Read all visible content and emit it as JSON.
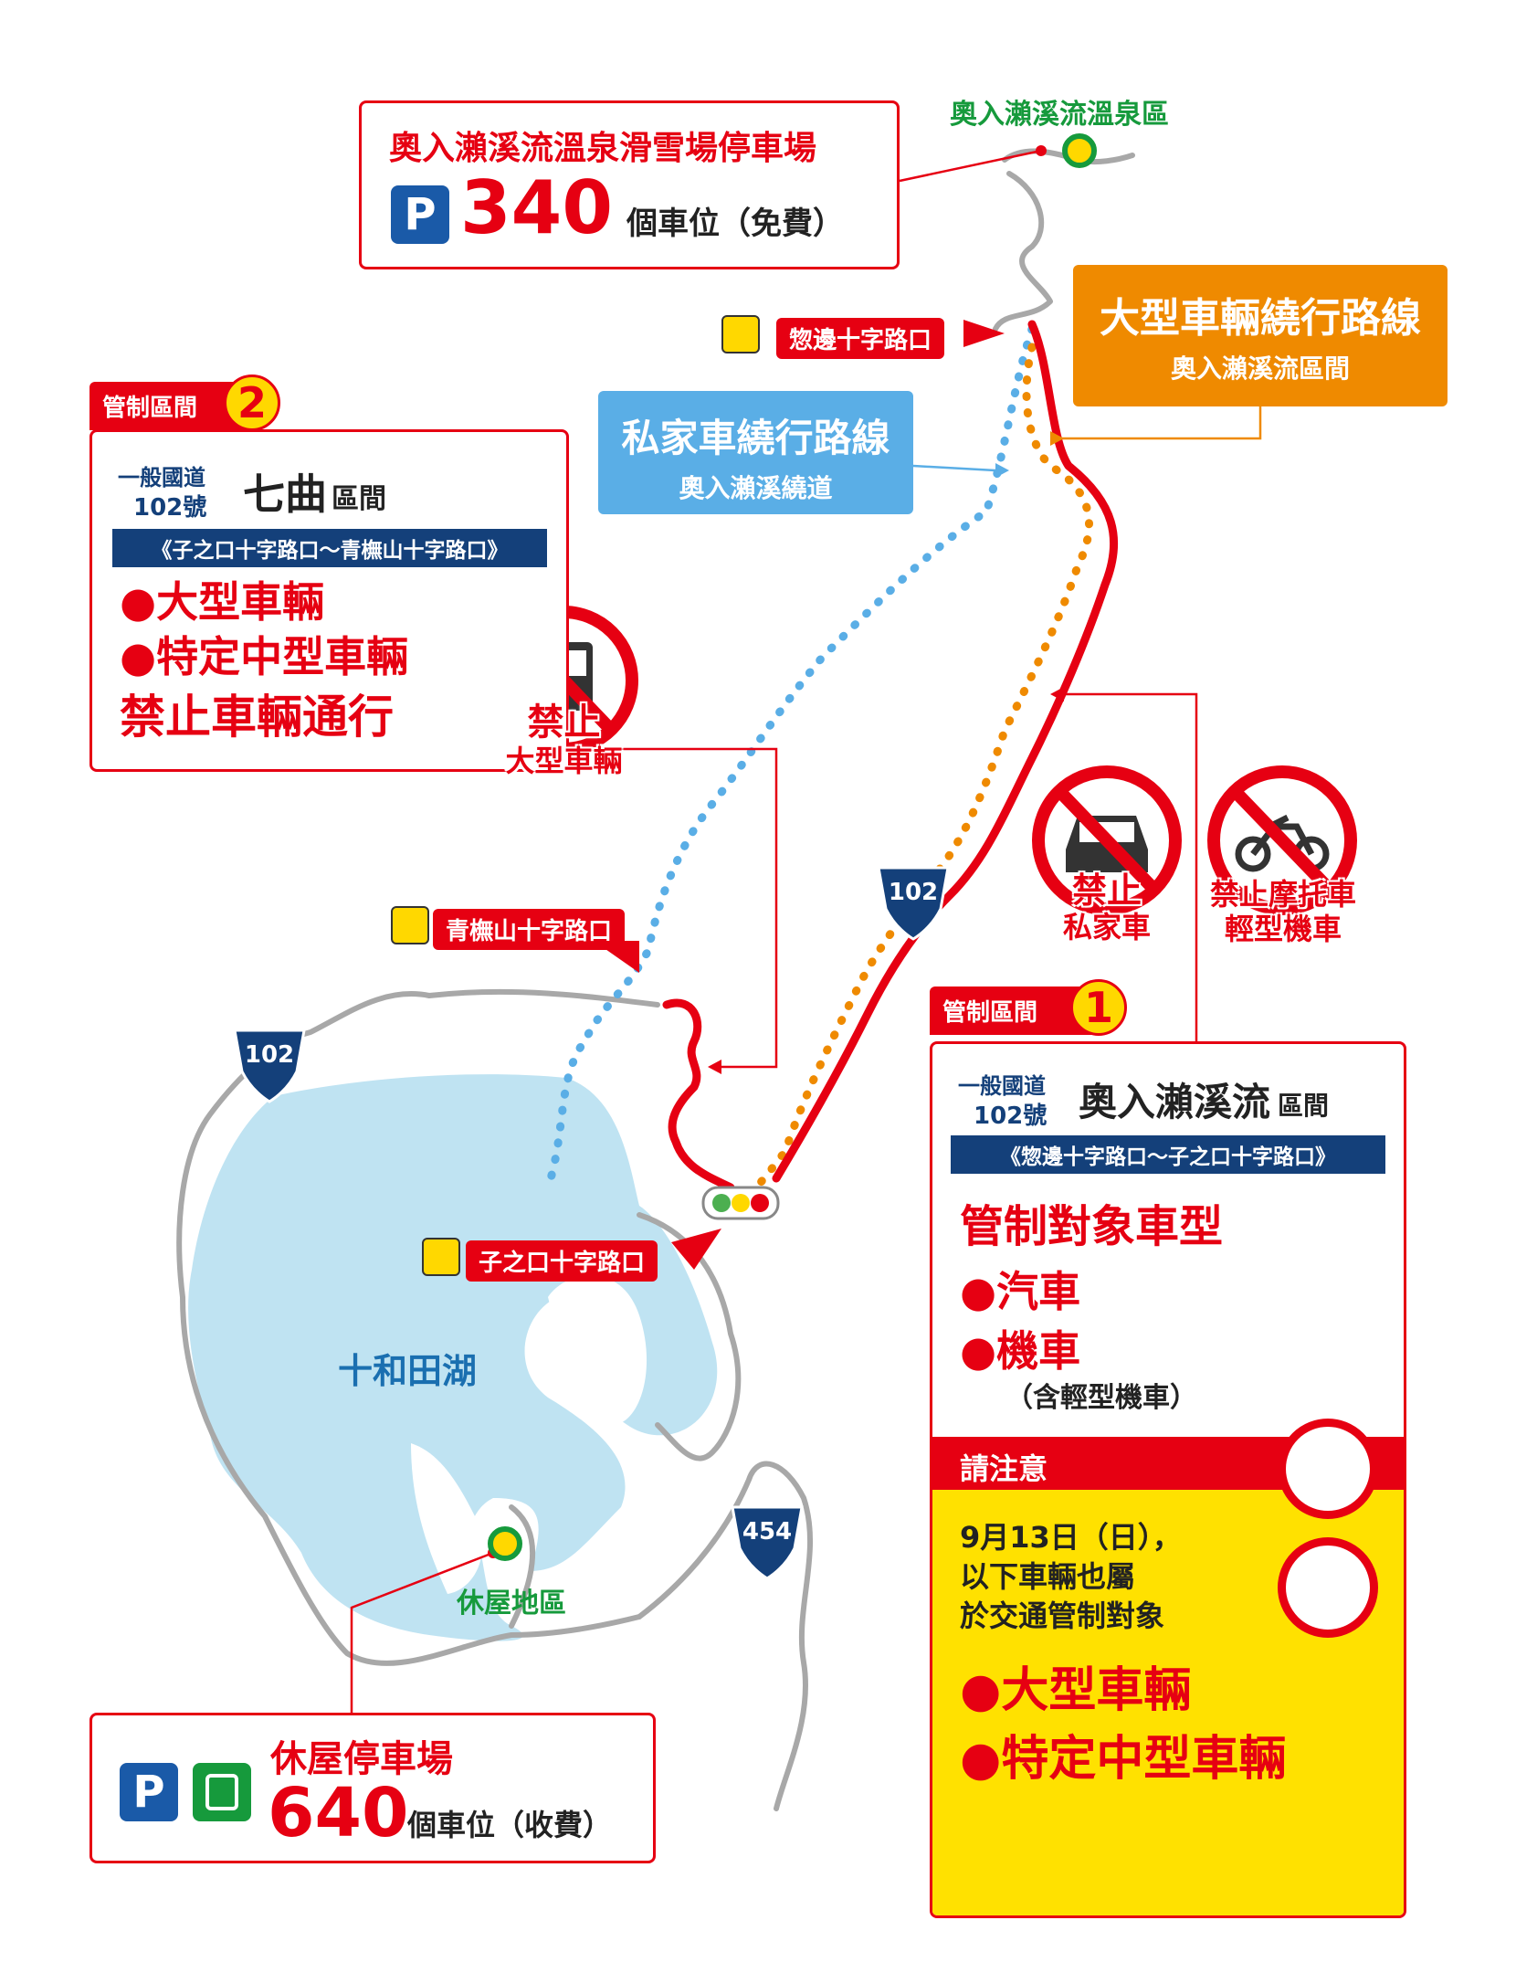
{
  "colors": {
    "control_red": "#e60012",
    "bypass_blue": "#5aaee6",
    "large_vehicle_orange": "#ef8a00",
    "lake": "#bfe3f2",
    "road_gray": "#a8a8a8",
    "navy": "#14407a",
    "notice_yellow": "#ffe100"
  },
  "areas": {
    "oirase_onsen": "奧入瀨溪流溫泉區",
    "yasumiya": "休屋地區",
    "lake": "十和田湖"
  },
  "parking_top": {
    "title": "奧入瀨溪流溫泉滑雪場停車場",
    "p_icon": "P",
    "count": "340",
    "suffix": "個車位（免費）"
  },
  "parking_bottom": {
    "title": "休屋停車場",
    "p_icon": "P",
    "count": "640",
    "suffix": "個車位（收費）"
  },
  "routes": {
    "large_vehicle": {
      "title": "大型車輛繞行路線",
      "sub": "奧入瀨溪流區間"
    },
    "private_car": {
      "title": "私家車繞行路線",
      "sub": "奧入瀨溪繞道"
    }
  },
  "intersections": {
    "yakebe": "惣邊十字路口",
    "aobuna": "青橅山十字路口",
    "nenokuchi": "子之口十字路口"
  },
  "route_shields": [
    "102",
    "102",
    "454"
  ],
  "zone2": {
    "tag": "管制區間",
    "num": "2",
    "road_line1": "一般國道",
    "road_line2": "102號",
    "name": "七曲",
    "name_suffix": "區間",
    "range": "《子之口十字路口～青橅山十字路口》",
    "items": [
      "●大型車輛",
      "●特定中型車輛"
    ],
    "footer": "禁止車輛通行",
    "sign_text": [
      "禁止",
      "大型車輛"
    ]
  },
  "zone1": {
    "tag": "管制區間",
    "num": "1",
    "road_line1": "一般國道",
    "road_line2": "102號",
    "name": "奧入瀨溪流",
    "name_suffix": "區間",
    "range": "《惣邊十字路口～子之口十字路口》",
    "heading": "管制對象車型",
    "items": [
      "●汽車",
      "●機車"
    ],
    "note": "（含輕型機車）",
    "sign_car": [
      "禁止",
      "私家車"
    ],
    "sign_moto": [
      "禁止摩托車",
      "輕型機車"
    ]
  },
  "notice": {
    "header": "請注意",
    "lines": [
      "9月13日（日），",
      "以下車輛也屬",
      "於交通管制對象"
    ],
    "items": [
      "●大型車輛",
      "●特定中型車輛"
    ]
  }
}
